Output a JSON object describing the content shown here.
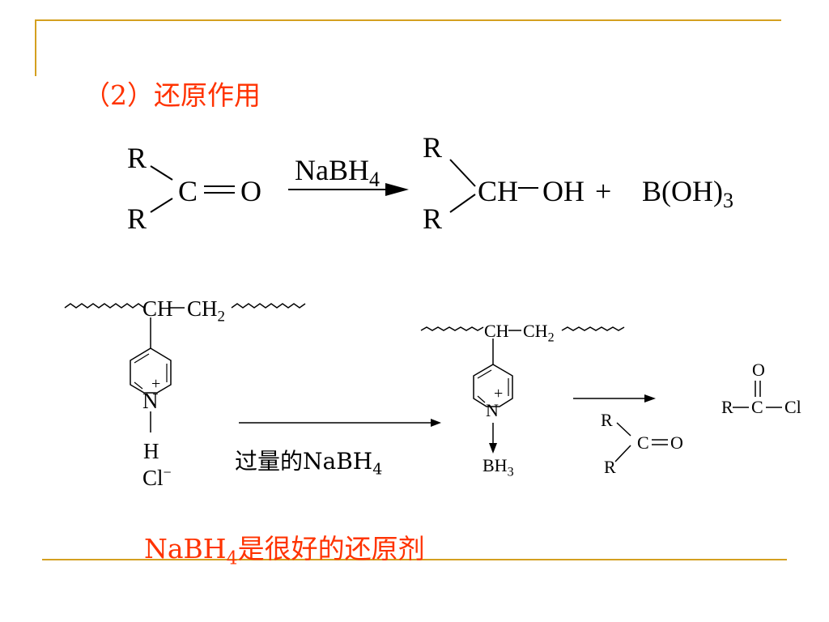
{
  "title": "（2）还原作用",
  "reaction1": {
    "r_top": "R",
    "r_bottom": "R",
    "carbon": "C",
    "oxygen": "O",
    "reagent": "NaBH",
    "reagent_sub": "4",
    "p_r_top": "R",
    "p_r_bottom": "R",
    "ch": "CH",
    "oh": "OH",
    "plus": "+",
    "boric": "B(OH)",
    "boric_sub": "3"
  },
  "reaction2": {
    "ch": "CH",
    "ch2": "CH",
    "ch2_sub": "2",
    "n": "N",
    "charge": "+",
    "h": "H",
    "cl": "Cl",
    "cl_minus": "−",
    "reagent": "过量的NaBH",
    "reagent_sub": "4",
    "p_ch": "CH",
    "p_ch2": "CH",
    "p_ch2_sub": "2",
    "p_n": "N",
    "p_charge": "+",
    "bh3": "BH",
    "bh3_sub": "3",
    "ketone_r_top": "R",
    "ketone_r_bottom": "R",
    "ketone_c": "C",
    "ketone_o": "O",
    "acyl_r": "R",
    "acyl_c": "C",
    "acyl_o": "O",
    "acyl_cl": "Cl"
  },
  "conclusion": "NaBH",
  "conclusion_sub": "4",
  "conclusion_rest": "是很好的还原剂",
  "colors": {
    "accent_line": "#d4a020",
    "highlight_text": "#ff3300"
  }
}
